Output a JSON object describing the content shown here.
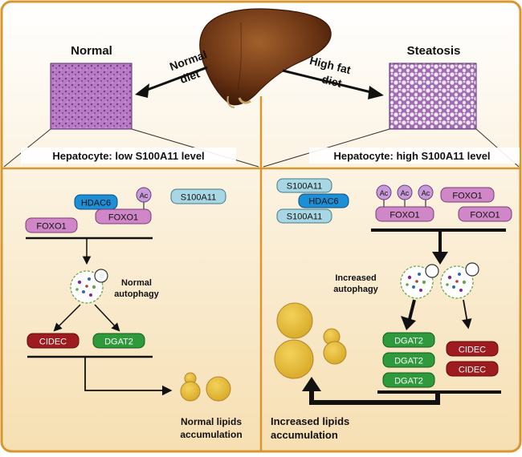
{
  "top": {
    "normal_title": "Normal",
    "steatosis_title": "Steatosis",
    "normal_diet": [
      "Normal",
      "diet"
    ],
    "high_fat_diet": [
      "High fat",
      "diet"
    ],
    "left_caption": "Hepatocyte: low S100A11 level",
    "right_caption": "Hepatocyte: high S100A11 level"
  },
  "left": {
    "hdac6": "HDAC6",
    "ac": "Ac",
    "s100a11": "S100A11",
    "foxo1_acetylated": "FOXO1",
    "foxo1": "FOXO1",
    "autophagy": [
      "Normal",
      "autophagy"
    ],
    "cidec": "CIDEC",
    "dgat2": "DGAT2",
    "lipids": [
      "Normal lipids",
      "accumulation"
    ]
  },
  "right": {
    "s100a11_top": "S100A11",
    "hdac6": "HDAC6",
    "s100a11_bottom": "S100A11",
    "ac": [
      "Ac",
      "Ac",
      "Ac"
    ],
    "foxo1_acetylated": "FOXO1",
    "foxo1_a": "FOXO1",
    "foxo1_b": "FOXO1",
    "autophagy": [
      "Increased",
      "autophagy"
    ],
    "dgat2": [
      "DGAT2",
      "DGAT2",
      "DGAT2"
    ],
    "cidec": [
      "CIDEC",
      "CIDEC"
    ],
    "lipids": [
      "Increased lipids",
      "accumulation"
    ]
  },
  "colors": {
    "frame": "#d9952e",
    "hdac6": "#1d8fd6",
    "s100a11": "#a9d6e3",
    "foxo1": "#cf87c7",
    "ac": "#c79bd7",
    "cidec": "#9e1b1f",
    "dgat2": "#2f9a3c",
    "lipid": "#e4bd3a",
    "liver": "#6b3514"
  }
}
